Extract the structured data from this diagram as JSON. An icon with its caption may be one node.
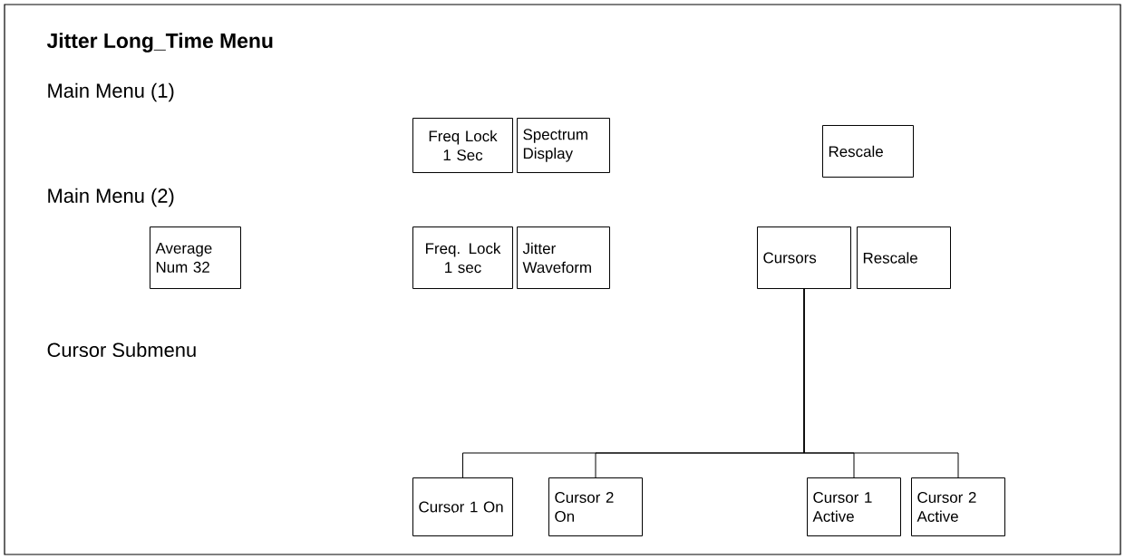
{
  "diagram": {
    "title": "Jitter Long_Time Menu",
    "nodes": [
      {
        "text": [
          "Freq Lock 1 Sec"
        ]
      },
      {
        "text": [
          "Spectrum Display"
        ]
      },
      {
        "text": [
          "Rescale"
        ]
      },
      {
        "text": [
          "Average Num 32"
        ]
      },
      {
        "text": [
          "Freq. Lock 1 sec"
        ]
      },
      {
        "text": [
          "Jitter Waveform"
        ]
      },
      {
        "text": [
          "Cursors"
        ]
      },
      {
        "text": [
          "Rescale"
        ]
      },
      {
        "text": [
          "Cursor 1 On"
        ]
      },
      {
        "text": [
          "Cursor 2 On"
        ]
      },
      {
        "text": [
          "Cursor 1 Active"
        ]
      },
      {
        "text": [
          "Cursor 2 Active"
        ]
      }
    ],
    "edges": [
      {
        "from": 6,
        "to": 8,
        "arrow": "none"
      },
      {
        "from": 6,
        "to": 9,
        "arrow": "none"
      },
      {
        "from": 6,
        "to": 10,
        "arrow": "none"
      },
      {
        "from": 6,
        "to": 11,
        "arrow": "none"
      }
    ],
    "labels": [
      "Main Menu (1)",
      "Main Menu (2)",
      "Cursor Submenu"
    ]
  }
}
